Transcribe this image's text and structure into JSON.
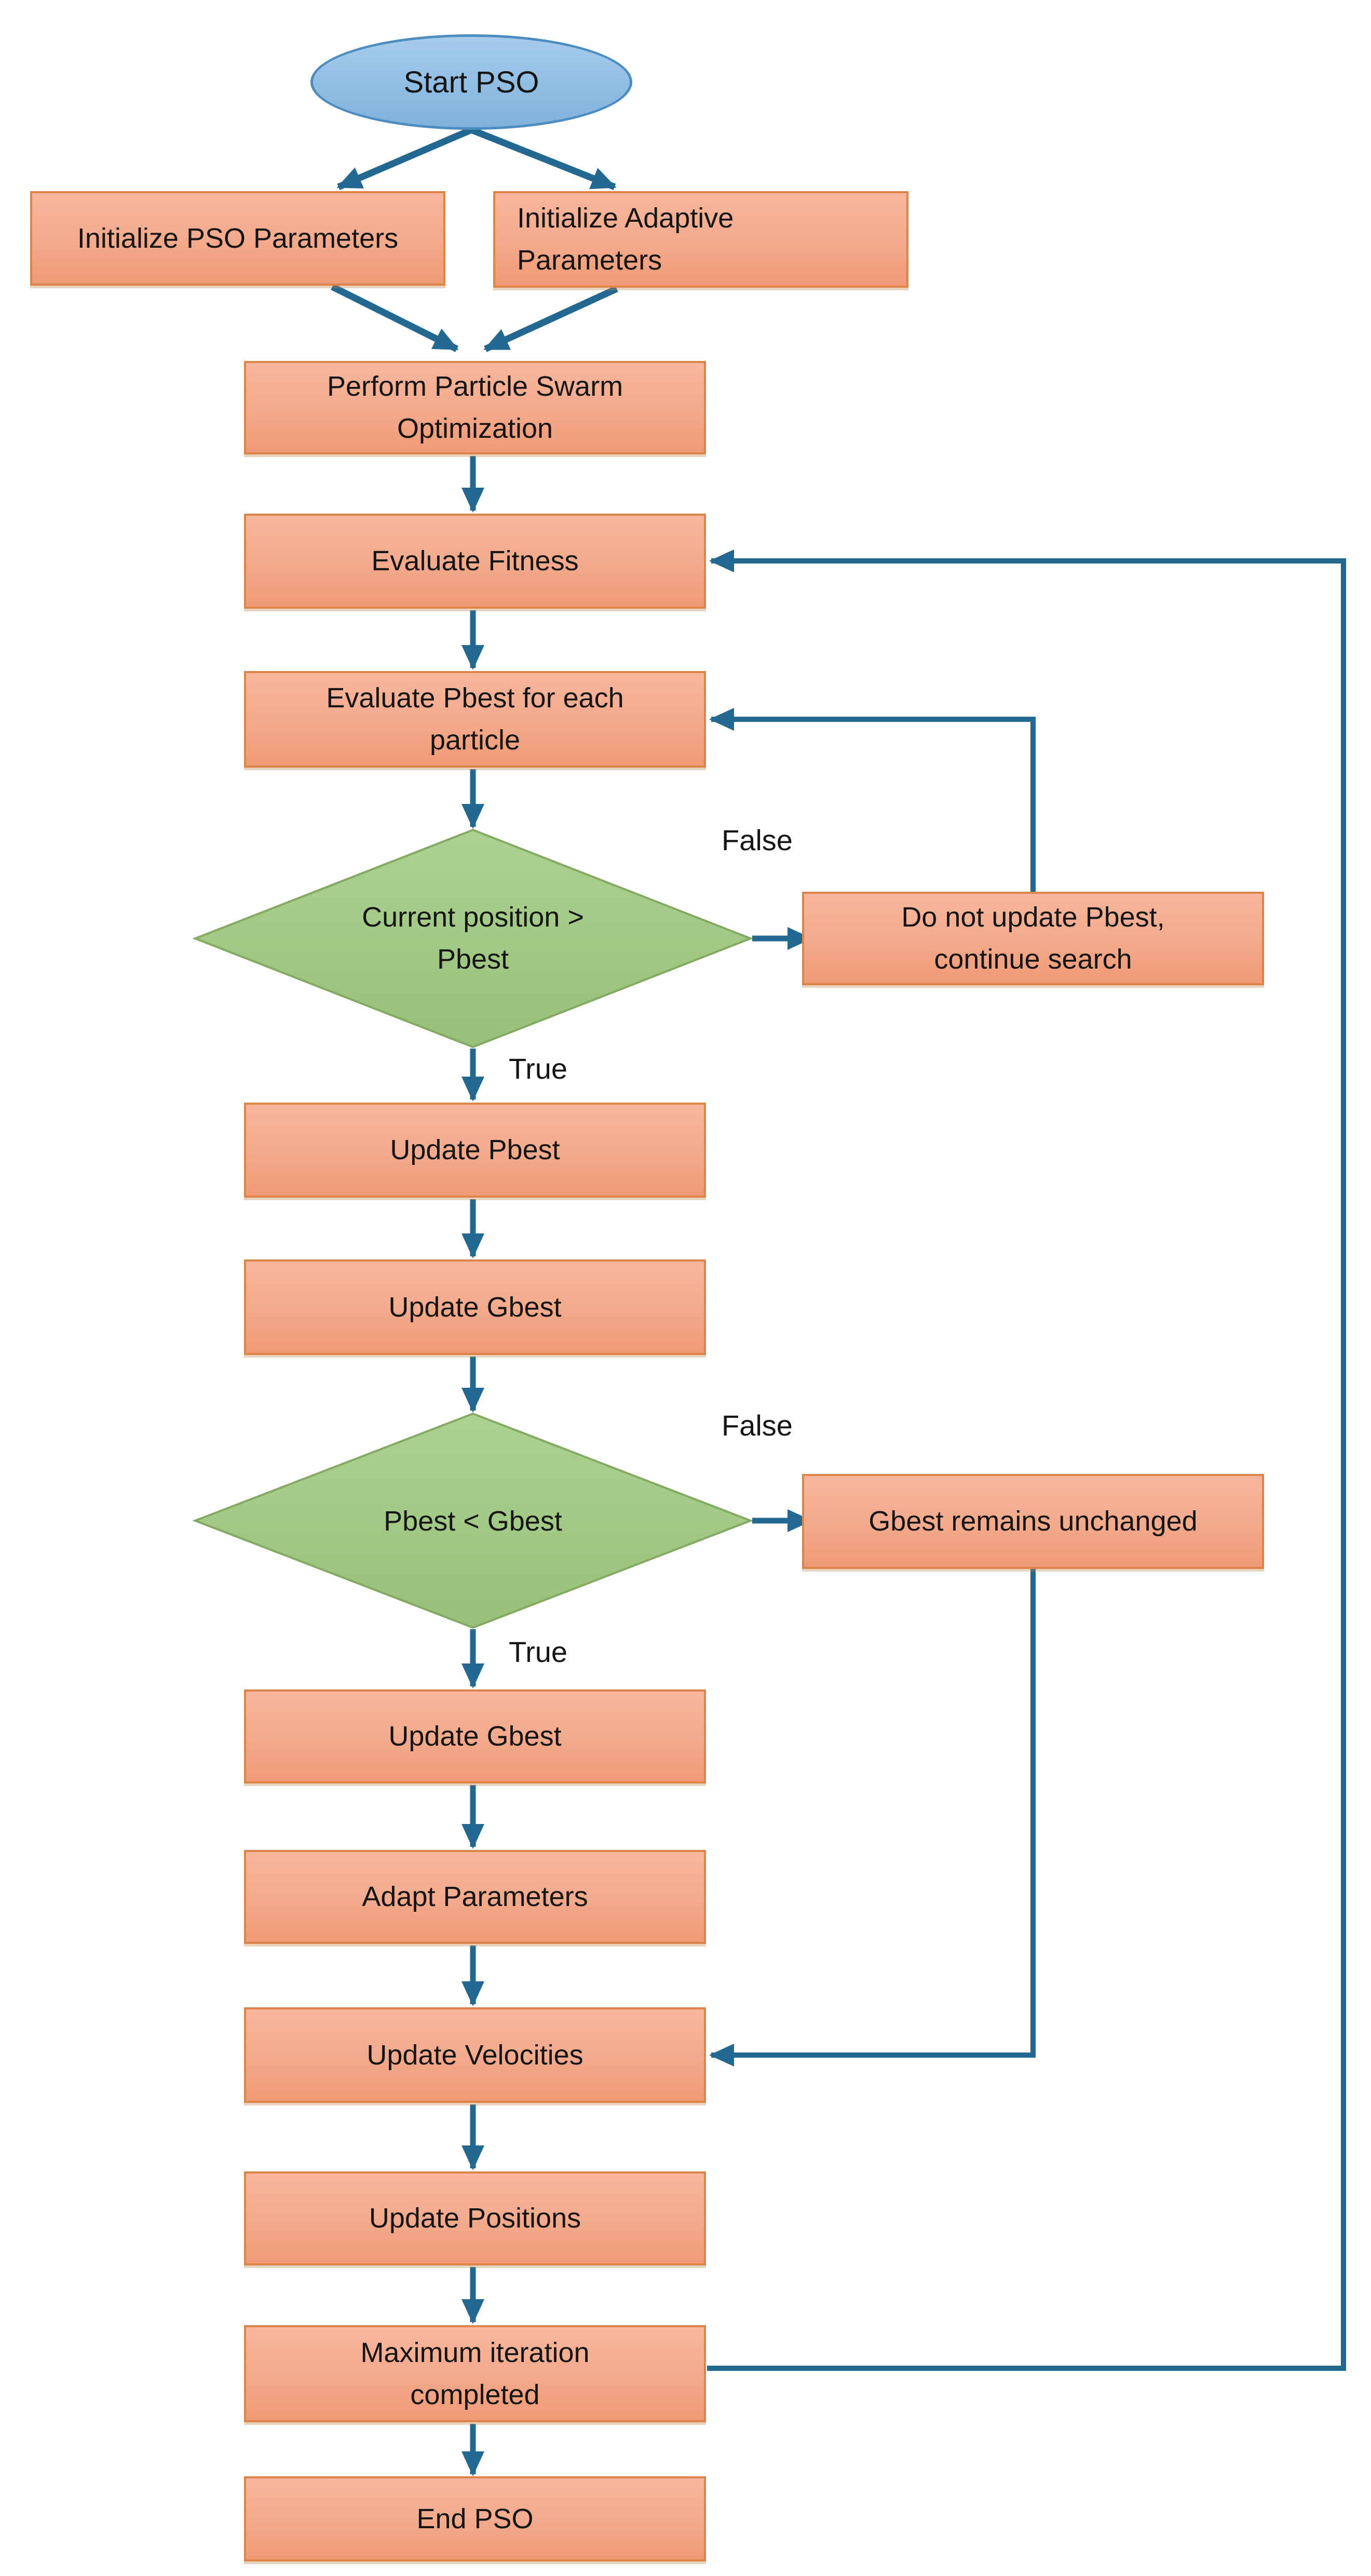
{
  "diagram": {
    "type": "flowchart",
    "nodes": {
      "start": {
        "label": "Start PSO",
        "shape": "ellipse"
      },
      "init_pso": {
        "label": "Initialize PSO Parameters",
        "shape": "rectangle"
      },
      "init_adaptive": {
        "label": "Initialize Adaptive Parameters",
        "shape": "rectangle"
      },
      "perform_pso": {
        "label": "Perform Particle Swarm Optimization",
        "shape": "rectangle"
      },
      "evaluate_fitness": {
        "label": "Evaluate Fitness",
        "shape": "rectangle"
      },
      "evaluate_pbest": {
        "label": "Evaluate Pbest for each particle",
        "shape": "rectangle"
      },
      "decision_pbest": {
        "label": "Current position > Pbest",
        "shape": "diamond"
      },
      "no_update_pbest": {
        "label": "Do not update Pbest, continue search",
        "shape": "rectangle"
      },
      "update_pbest": {
        "label": "Update Pbest",
        "shape": "rectangle"
      },
      "update_gbest": {
        "label": "Update Gbest",
        "shape": "rectangle"
      },
      "decision_gbest": {
        "label": "Pbest < Gbest",
        "shape": "diamond"
      },
      "gbest_unchanged": {
        "label": "Gbest remains unchanged",
        "shape": "rectangle"
      },
      "update_gbest_2": {
        "label": "Update Gbest",
        "shape": "rectangle"
      },
      "adapt_parameters": {
        "label": "Adapt Parameters",
        "shape": "rectangle"
      },
      "update_velocities": {
        "label": "Update Velocities",
        "shape": "rectangle"
      },
      "update_positions": {
        "label": "Update Positions",
        "shape": "rectangle"
      },
      "max_iteration": {
        "label": "Maximum iteration completed",
        "shape": "rectangle"
      },
      "end_pso": {
        "label": "End PSO",
        "shape": "rectangle"
      }
    },
    "edge_labels": {
      "true": "True",
      "false": "False"
    },
    "colors": {
      "process_fill_top": "#F7B69D",
      "process_fill_bottom": "#F09A76",
      "process_border": "#DD8449",
      "decision_fill_top": "#ACD291",
      "decision_fill_bottom": "#98C079",
      "decision_border": "#84A962",
      "terminator_fill_top": "#A6CCEB",
      "terminator_fill_bottom": "#7FB2DC",
      "terminator_border": "#4C8CBF",
      "connector": "#236890",
      "text": "#151515",
      "background": "#FFFFFF"
    }
  }
}
